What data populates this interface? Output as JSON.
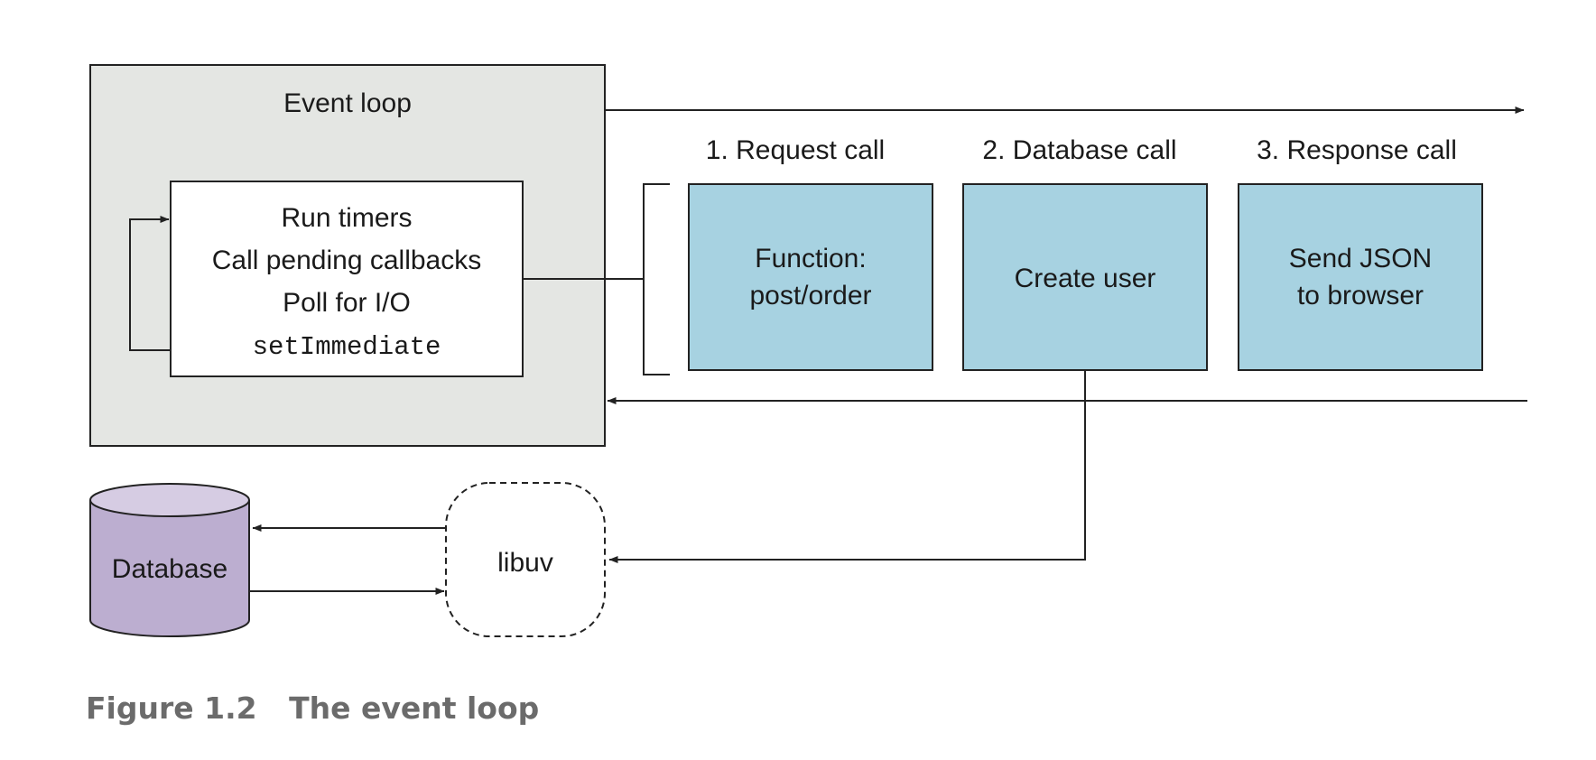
{
  "event_loop": {
    "title": "Event loop",
    "phases": [
      "Run timers",
      "Call pending callbacks",
      "Poll for I/O",
      "setImmediate"
    ]
  },
  "calls": [
    {
      "step": "1. Request call",
      "lines": [
        "Function:",
        "post/order"
      ]
    },
    {
      "step": "2. Database call",
      "lines": [
        "Create user"
      ]
    },
    {
      "step": "3. Response call",
      "lines": [
        "Send JSON",
        "to browser"
      ]
    }
  ],
  "database": {
    "label": "Database"
  },
  "libuv": {
    "label": "libuv"
  },
  "caption": {
    "figure": "Figure 1.2",
    "title": "The event loop"
  },
  "colors": {
    "event_loop_fill": "#e4e6e3",
    "call_box_fill": "#a7d2e1",
    "database_fill": "#bcaed0",
    "database_top": "#d6cce3",
    "stroke": "#222222",
    "caption": "#6b6b6b"
  }
}
